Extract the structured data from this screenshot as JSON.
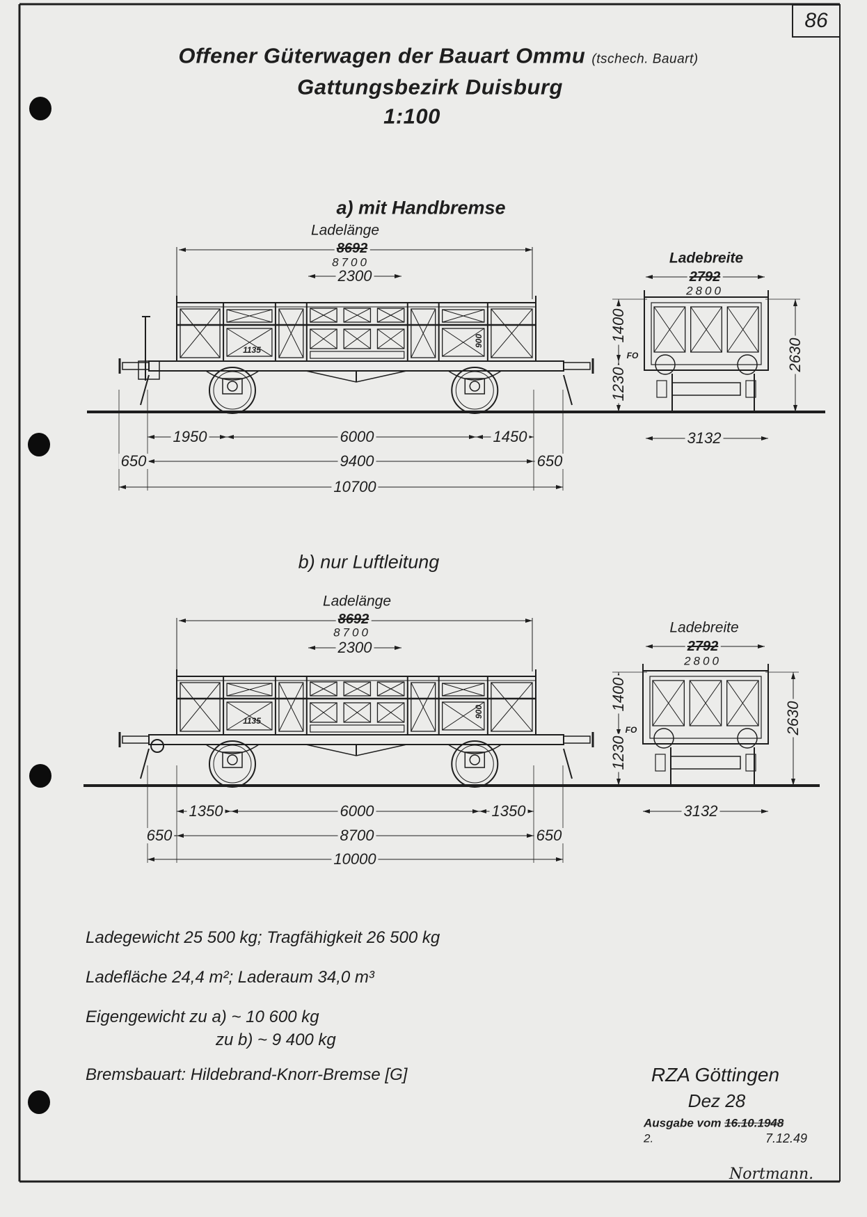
{
  "page_number": "86",
  "title": {
    "line1": "Offener Güterwagen der Bauart Ommu",
    "line1_note": "(tschech. Bauart)",
    "line2": "Gattungsbezirk Duisburg",
    "scale": "1:100"
  },
  "variant_a": {
    "heading": "a) mit Handbremse",
    "load_length_label": "Ladelänge",
    "load_length_old": "8692",
    "load_length_new": "8700",
    "door_width": "2300",
    "marking_1135": "1135",
    "marking_900": "900",
    "dims": {
      "overhang_left": "1950",
      "wheelbase": "6000",
      "overhang_right": "1450",
      "buffer_left": "650",
      "length_over_frame": "9400",
      "buffer_right": "650",
      "length_over_buffers": "10700"
    },
    "end_view": {
      "load_width_label": "Ladebreite",
      "load_width_old": "2792",
      "load_width_new": "2800",
      "wall_height": "1400",
      "floor_height": "1230",
      "floor_label": "FO",
      "total_height": "2630",
      "width": "3132"
    }
  },
  "variant_b": {
    "heading": "b) nur Luftleitung",
    "load_length_label": "Ladelänge",
    "load_length_old": "8692",
    "load_length_new": "8700",
    "door_width": "2300",
    "marking_1135": "1135",
    "marking_900": "900",
    "dims": {
      "overhang_left": "1350",
      "wheelbase": "6000",
      "overhang_right": "1350",
      "buffer_left": "650",
      "length_over_frame": "8700",
      "buffer_right": "650",
      "length_over_buffers": "10000"
    },
    "end_view": {
      "load_width_label": "Ladebreite",
      "load_width_old": "2792",
      "load_width_new": "2800",
      "wall_height": "1400",
      "floor_height": "1230",
      "floor_label": "FO",
      "total_height": "2630",
      "width": "3132"
    }
  },
  "specs": {
    "load_weight": "Ladegewicht  25 500 kg; Tragfähigkeit 26 500 kg",
    "load_area": "Ladefläche   24,4 m²; Laderaum  34,0 m³",
    "tare_a": "Eigengewicht zu a) ~  10 600 kg",
    "tare_b": "zu b) ~   9 400 kg",
    "brake": "Bremsbauart: Hildebrand-Knorr-Bremse [G]"
  },
  "footer": {
    "office": "RZA Göttingen",
    "dept": "Dez 28",
    "edition_prefix": "2.",
    "edition_label": "Ausgabe vom",
    "edition_old_date": "16.10.1948",
    "edition_new_date": "7.12.49",
    "signature": "Nortmann."
  },
  "colors": {
    "paper": "#ececea",
    "ink": "#1e1e1e"
  }
}
